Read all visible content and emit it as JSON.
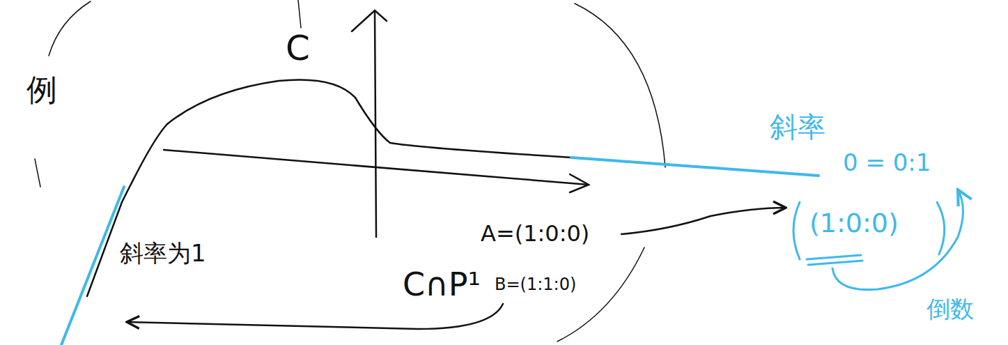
{
  "diagram": {
    "labels": [
      "例",
      "C",
      "斜率为1",
      "C∩P¹",
      "A=(1:0:0)",
      "B=(1:1:0)",
      "斜率",
      "0 = 0:1",
      "(1:0:0)",
      "倒数"
    ]
  }
}
